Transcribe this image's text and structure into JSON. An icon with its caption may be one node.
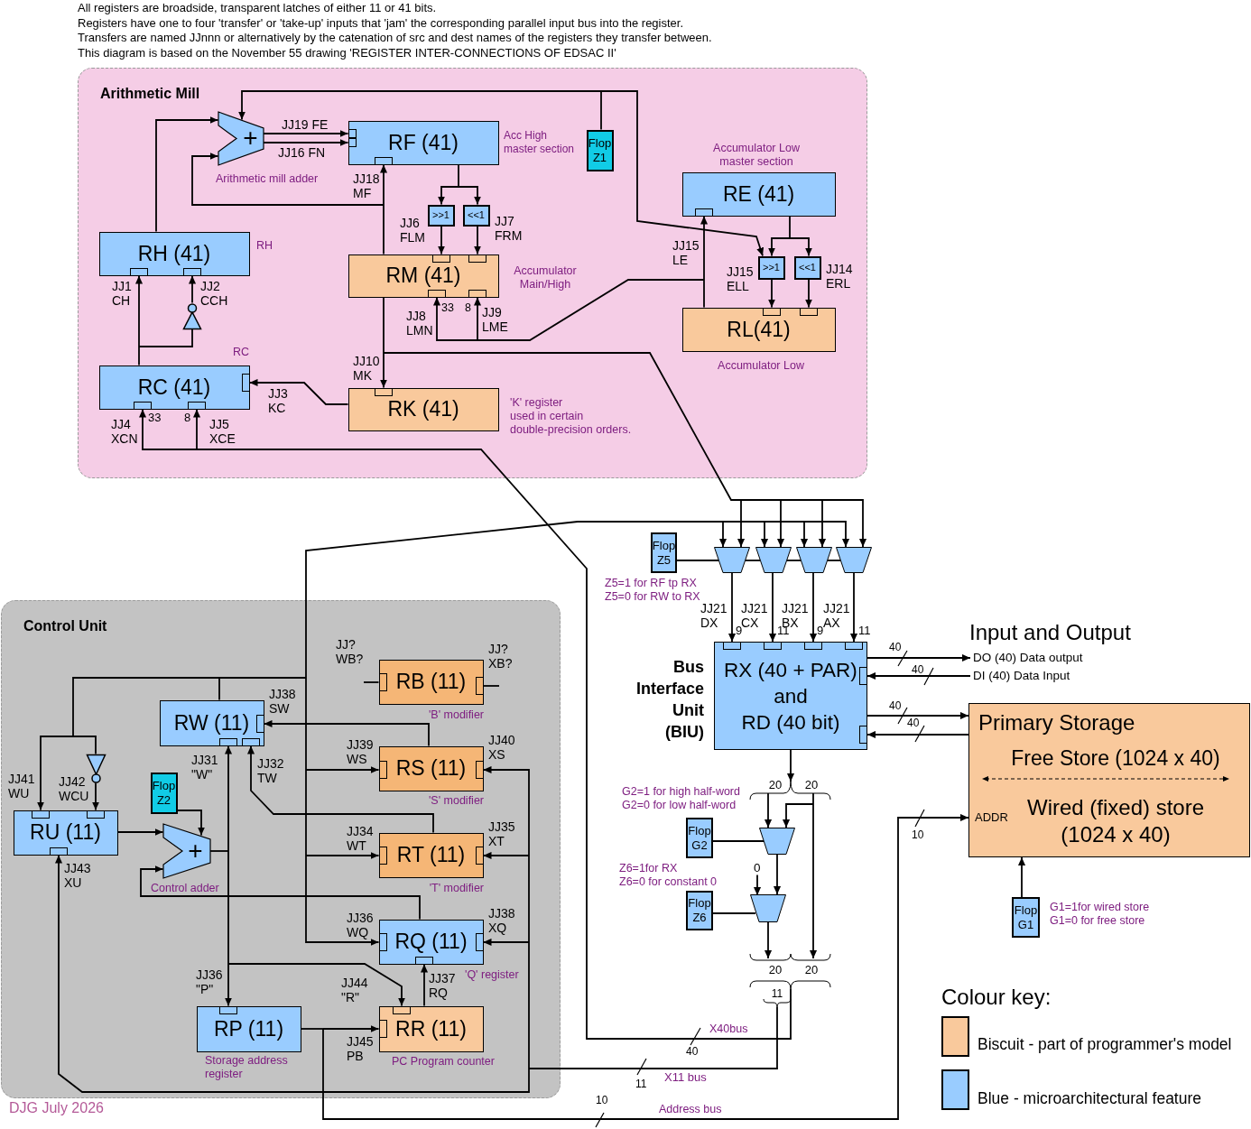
{
  "diagram": {
    "nodes": [
      {
        "text": [
          "Arithmetic Mill"
        ]
      },
      {
        "text": [
          "+"
        ],
        "in": 0,
        "beside": [
          "Arithmetic mill adder"
        ]
      },
      {
        "text": [
          "RF (41)"
        ],
        "in": 0,
        "beside": [
          "Acc High master section"
        ]
      },
      {
        "text": [
          "Flop Z1"
        ],
        "in": 0
      },
      {
        "text": [
          "RE (41)"
        ],
        "in": 0,
        "beside": [
          "Accumulator Low master section"
        ]
      },
      {
        "text": [
          ">>1"
        ],
        "in": 0
      },
      {
        "text": [
          "<<1"
        ],
        "in": 0
      },
      {
        "text": [
          "RH (41)"
        ],
        "in": 0,
        "beside": [
          "RH"
        ]
      },
      {
        "text": [
          "RM (41)"
        ],
        "in": 0,
        "beside": [
          "Accumulator Main/High"
        ]
      },
      {
        "text": [
          ">>1"
        ],
        "in": 0
      },
      {
        "text": [
          "<<1"
        ],
        "in": 0
      },
      {
        "text": [
          "RL(41)"
        ],
        "in": 0,
        "beside": [
          "Accumulator Low"
        ]
      },
      {
        "text": [],
        "shape": "triangle",
        "in": 0
      },
      {
        "text": [
          "RC (41)"
        ],
        "in": 0,
        "beside": [
          "RC"
        ]
      },
      {
        "text": [
          "RK (41)"
        ],
        "in": 0,
        "beside": [
          "'K' register used in certain double-precision orders."
        ]
      },
      {
        "text": [
          "Flop Z5"
        ],
        "beside": [
          "Z5=1 for RF tp RX Z5=0 for RW to RX"
        ]
      },
      {
        "text": [],
        "shape": "trapezoid"
      },
      {
        "text": [],
        "shape": "trapezoid"
      },
      {
        "text": [],
        "shape": "trapezoid"
      },
      {
        "text": [],
        "shape": "trapezoid"
      },
      {
        "text": [
          "Control Unit"
        ]
      },
      {
        "text": [
          "RB (11)"
        ],
        "in": 20,
        "beside": [
          "'B' modifier"
        ]
      },
      {
        "text": [
          "RW (11)"
        ],
        "in": 20
      },
      {
        "text": [
          "RS (11)"
        ],
        "in": 20,
        "beside": [
          "'S' modifier"
        ]
      },
      {
        "text": [],
        "shape": "triangle",
        "in": 20
      },
      {
        "text": [
          "Flop Z2"
        ],
        "in": 20
      },
      {
        "text": [
          "RU (11)"
        ],
        "in": 20
      },
      {
        "text": [
          "+"
        ],
        "in": 20,
        "beside": [
          "Control adder"
        ]
      },
      {
        "text": [
          "RT (11)"
        ],
        "in": 20,
        "beside": [
          "'T' modifier"
        ]
      },
      {
        "text": [
          "RQ (11)"
        ],
        "in": 20,
        "beside": [
          "'Q' register"
        ]
      },
      {
        "text": [
          "RP (11)"
        ],
        "in": 20,
        "beside": [
          "Storage address register"
        ]
      },
      {
        "text": [
          "RR (11)"
        ],
        "in": 20,
        "beside": [
          "PC Program counter"
        ]
      },
      {
        "text": [
          "RX (40 + PAR) and RD (40 bit)"
        ],
        "beside": [
          "Bus Interface Unit (BIU)"
        ]
      },
      {
        "text": [
          "DO (40) Data output"
        ]
      },
      {
        "text": [
          "DI (40) Data Input"
        ]
      },
      {
        "text": [
          "Primary Storage",
          "Free Store (1024 x 40)",
          "ADDR",
          "Wired (fixed) store (1024 x 40)"
        ]
      },
      {
        "text": [
          "20",
          "20"
        ]
      },
      {
        "text": [
          "Flop G2"
        ],
        "beside": [
          "G2=1 for high half-word G2=0 for low half-word"
        ]
      },
      {
        "text": [],
        "shape": "trapezoid"
      },
      {
        "text": [
          "0"
        ]
      },
      {
        "text": [
          "Flop Z6"
        ],
        "beside": [
          "Z6=1for RX Z6=0 for constant 0"
        ]
      },
      {
        "text": [],
        "shape": "trapezoid"
      },
      {
        "text": [
          "20",
          "20"
        ]
      },
      {
        "text": [
          "11"
        ]
      },
      {
        "text": [
          "Flop G1"
        ],
        "beside": [
          "G1=1for wired store G1=0 for free store"
        ]
      }
    ],
    "edges": [
      {
        "from": 7,
        "to": 1,
        "arrow": "to"
      },
      {
        "from": 8,
        "to": 1,
        "arrow": "to"
      },
      {
        "from": 1,
        "to": 2,
        "arrow": "to",
        "label": "JJ19 FE"
      },
      {
        "from": 1,
        "to": 2,
        "arrow": "to",
        "label": "JJ16 FN"
      },
      {
        "from": 8,
        "to": 2,
        "arrow": "to",
        "label": "JJ18 MF"
      },
      {
        "from": 3,
        "to": 1,
        "arrow": "to"
      },
      {
        "from": 3,
        "to": 9,
        "arrow": "to"
      },
      {
        "from": 2,
        "to": 5,
        "arrow": "to"
      },
      {
        "from": 2,
        "to": 6,
        "arrow": "to"
      },
      {
        "from": 5,
        "to": 8,
        "arrow": "to",
        "label": "JJ6 FLM"
      },
      {
        "from": 6,
        "to": 8,
        "arrow": "to",
        "label": "JJ7 FRM"
      },
      {
        "from": 4,
        "to": 9,
        "arrow": "to"
      },
      {
        "from": 4,
        "to": 10,
        "arrow": "to"
      },
      {
        "from": 9,
        "to": 11,
        "arrow": "to",
        "label": "JJ15 ELL"
      },
      {
        "from": 10,
        "to": 11,
        "arrow": "to",
        "label": "JJ14 ERL"
      },
      {
        "from": 11,
        "to": 4,
        "arrow": "to",
        "label": "JJ15 LE"
      },
      {
        "from": 11,
        "to": 8,
        "arrow": "to",
        "label": "JJ8 LMN"
      },
      {
        "from": 11,
        "to": 8,
        "arrow": "to",
        "label": "JJ9 LME"
      },
      {
        "from": 13,
        "to": 7,
        "arrow": "to",
        "label": "JJ1 CH"
      },
      {
        "from": 13,
        "to": 12,
        "arrow": "none"
      },
      {
        "from": 12,
        "to": 7,
        "arrow": "to",
        "label": "JJ2 CCH"
      },
      {
        "from": 14,
        "to": 13,
        "arrow": "to",
        "label": "JJ3 KC"
      },
      {
        "from": 8,
        "to": 14,
        "arrow": "to",
        "label": "JJ10 MK"
      },
      {
        "from": 8,
        "to": 16,
        "arrow": "to"
      },
      {
        "from": 8,
        "to": 17,
        "arrow": "to"
      },
      {
        "from": 8,
        "to": 18,
        "arrow": "to"
      },
      {
        "from": 8,
        "to": 19,
        "arrow": "to"
      },
      {
        "from": 42,
        "to": 13,
        "arrow": "to",
        "label": "JJ4 XCN"
      },
      {
        "from": 42,
        "to": 13,
        "arrow": "to",
        "label": "JJ5 XCE"
      },
      {
        "from": 22,
        "to": 16,
        "arrow": "to"
      },
      {
        "from": 22,
        "to": 17,
        "arrow": "to"
      },
      {
        "from": 22,
        "to": 18,
        "arrow": "to"
      },
      {
        "from": 22,
        "to": 19,
        "arrow": "to"
      },
      {
        "from": 15,
        "to": 16,
        "arrow": "none"
      },
      {
        "from": 16,
        "to": 17,
        "arrow": "none"
      },
      {
        "from": 17,
        "to": 18,
        "arrow": "none"
      },
      {
        "from": 18,
        "to": 19,
        "arrow": "none"
      },
      {
        "from": 16,
        "to": 32,
        "arrow": "to",
        "label": "JJ21 DX"
      },
      {
        "from": 17,
        "to": 32,
        "arrow": "to",
        "label": "JJ21 CX"
      },
      {
        "from": 18,
        "to": 32,
        "arrow": "to",
        "label": "JJ21 BX"
      },
      {
        "from": 19,
        "to": 32,
        "arrow": "to",
        "label": "JJ21 AX"
      },
      {
        "from": 32,
        "to": 33,
        "arrow": "to"
      },
      {
        "from": 34,
        "to": 32,
        "arrow": "to"
      },
      {
        "from": 32,
        "to": 35,
        "arrow": "to"
      },
      {
        "from": 35,
        "to": 32,
        "arrow": "to"
      },
      {
        "from": 44,
        "to": 35,
        "arrow": "to"
      },
      {
        "from": 32,
        "to": 36,
        "arrow": "to"
      },
      {
        "from": 36,
        "to": 38,
        "arrow": "to"
      },
      {
        "from": 36,
        "to": 38,
        "arrow": "to"
      },
      {
        "from": 36,
        "to": 42,
        "arrow": "to"
      },
      {
        "from": 37,
        "to": 38,
        "arrow": "none"
      },
      {
        "from": 38,
        "to": 41,
        "arrow": "to"
      },
      {
        "from": 39,
        "to": 41,
        "arrow": "to"
      },
      {
        "from": 40,
        "to": 41,
        "arrow": "none"
      },
      {
        "from": 41,
        "to": 42,
        "arrow": "to"
      },
      {
        "from": null,
        "to": 21,
        "arrow": "other",
        "label": "JJ? WB?"
      },
      {
        "from": null,
        "to": 21,
        "arrow": "other",
        "label": "JJ? XB?"
      },
      {
        "from": 22,
        "to": 23,
        "arrow": "to",
        "label": "JJ39 WS"
      },
      {
        "from": 22,
        "to": 28,
        "arrow": "to",
        "label": "JJ34 WT"
      },
      {
        "from": 22,
        "to": 29,
        "arrow": "to",
        "label": "JJ36 WQ"
      },
      {
        "from": 22,
        "to": 26,
        "arrow": "to",
        "label": "JJ41 WU"
      },
      {
        "from": 22,
        "to": 24,
        "arrow": "none"
      },
      {
        "from": 24,
        "to": 26,
        "arrow": "to",
        "label": "JJ42 WCU"
      },
      {
        "from": 23,
        "to": 22,
        "arrow": "to",
        "label": "JJ38 SW"
      },
      {
        "from": 28,
        "to": 22,
        "arrow": "to",
        "label": "JJ32 TW"
      },
      {
        "from": 29,
        "to": 27,
        "arrow": "to"
      },
      {
        "from": 26,
        "to": 27,
        "arrow": "to"
      },
      {
        "from": 25,
        "to": 27,
        "arrow": "to"
      },
      {
        "from": 27,
        "to": 22,
        "arrow": "to",
        "label": "JJ31 \"W\""
      },
      {
        "from": 27,
        "to": 30,
        "arrow": "to",
        "label": "JJ36 \"P\""
      },
      {
        "from": 27,
        "to": 31,
        "arrow": "to",
        "label": "JJ44 \"R\""
      },
      {
        "from": 31,
        "to": 29,
        "arrow": "to",
        "label": "JJ37 RQ"
      },
      {
        "from": 30,
        "to": 31,
        "arrow": "to",
        "label": "JJ45 PB"
      },
      {
        "from": 30,
        "to": 35,
        "arrow": "to",
        "label": "Address bus"
      },
      {
        "from": 43,
        "to": 23,
        "arrow": "to",
        "label": "JJ40 XS"
      },
      {
        "from": 43,
        "to": 28,
        "arrow": "to",
        "label": "JJ35 XT"
      },
      {
        "from": 43,
        "to": 29,
        "arrow": "to",
        "label": "JJ38 XQ"
      },
      {
        "from": 43,
        "to": 26,
        "arrow": "to",
        "label": "JJ43 XU"
      }
    ],
    "labels": [
      "All registers are broadside, transparent latches of either 11 or 41 bits.",
      "Registers have one to four 'transfer' or 'take-up' inputs that 'jam' the corresponding parallel input bus into the register.",
      "Transfers are named JJnnn or alternatively by the catenation of src and dest names of the registers they transfer between.",
      "This diagram is based on the November 55 drawing 'REGISTER INTER-CONNECTIONS OF EDSAC II'",
      "33",
      "8",
      "33",
      "8",
      "9",
      "11",
      "9",
      "11",
      "Input and Output",
      "40",
      "40",
      "40",
      "40",
      "10",
      "Colour key:",
      "X40bus",
      "40",
      "11",
      "X11 bus",
      "10",
      "DJG July 2026"
    ],
    "legend": [
      {
        "text": "Biscuit - part of programmer's model",
        "color": "#f9c99c"
      },
      {
        "text": "Blue - microarchitectural feature",
        "color": "#99ccff"
      }
    ]
  }
}
